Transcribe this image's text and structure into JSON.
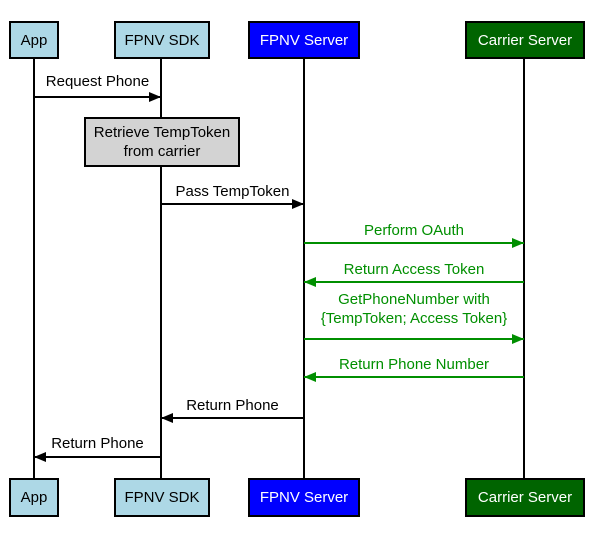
{
  "diagram": {
    "type": "sequence",
    "colors": {
      "background": "#FFFFFF",
      "actor_fill_light_blue": "#ADD8E6",
      "actor_fill_blue": "#0000FF",
      "actor_fill_dark_green": "#006400",
      "note_fill_gray": "#D3D3D3",
      "border_black": "#000000",
      "message_black": "#000000",
      "message_green": "#008f00"
    },
    "actors": [
      {
        "label": "App"
      },
      {
        "label": "FPNV SDK"
      },
      {
        "label": "FPNV Server"
      },
      {
        "label": "Carrier Server"
      }
    ],
    "note": {
      "line1": "Retrieve TempToken",
      "line2": "from carrier"
    },
    "messages": [
      {
        "label": "Request Phone",
        "from": "App",
        "to": "FPNV SDK",
        "direction": "right",
        "color": "#000000"
      },
      {
        "label": "Pass TempToken",
        "from": "FPNV SDK",
        "to": "FPNV Server",
        "direction": "right",
        "color": "#000000"
      },
      {
        "label": "Perform OAuth",
        "from": "FPNV Server",
        "to": "Carrier Server",
        "direction": "right",
        "color": "#008f00"
      },
      {
        "label": "Return Access Token",
        "from": "Carrier Server",
        "to": "FPNV Server",
        "direction": "left",
        "color": "#008f00"
      },
      {
        "line1": "GetPhoneNumber with",
        "line2": "{TempToken; Access Token}",
        "from": "FPNV Server",
        "to": "Carrier Server",
        "direction": "right",
        "color": "#008f00"
      },
      {
        "label": "Return Phone Number",
        "from": "Carrier Server",
        "to": "FPNV Server",
        "direction": "left",
        "color": "#008f00"
      },
      {
        "label": "Return Phone",
        "from": "FPNV Server",
        "to": "FPNV SDK",
        "direction": "left",
        "color": "#000000"
      },
      {
        "label": "Return Phone",
        "from": "FPNV SDK",
        "to": "App",
        "direction": "left",
        "color": "#000000"
      }
    ]
  }
}
